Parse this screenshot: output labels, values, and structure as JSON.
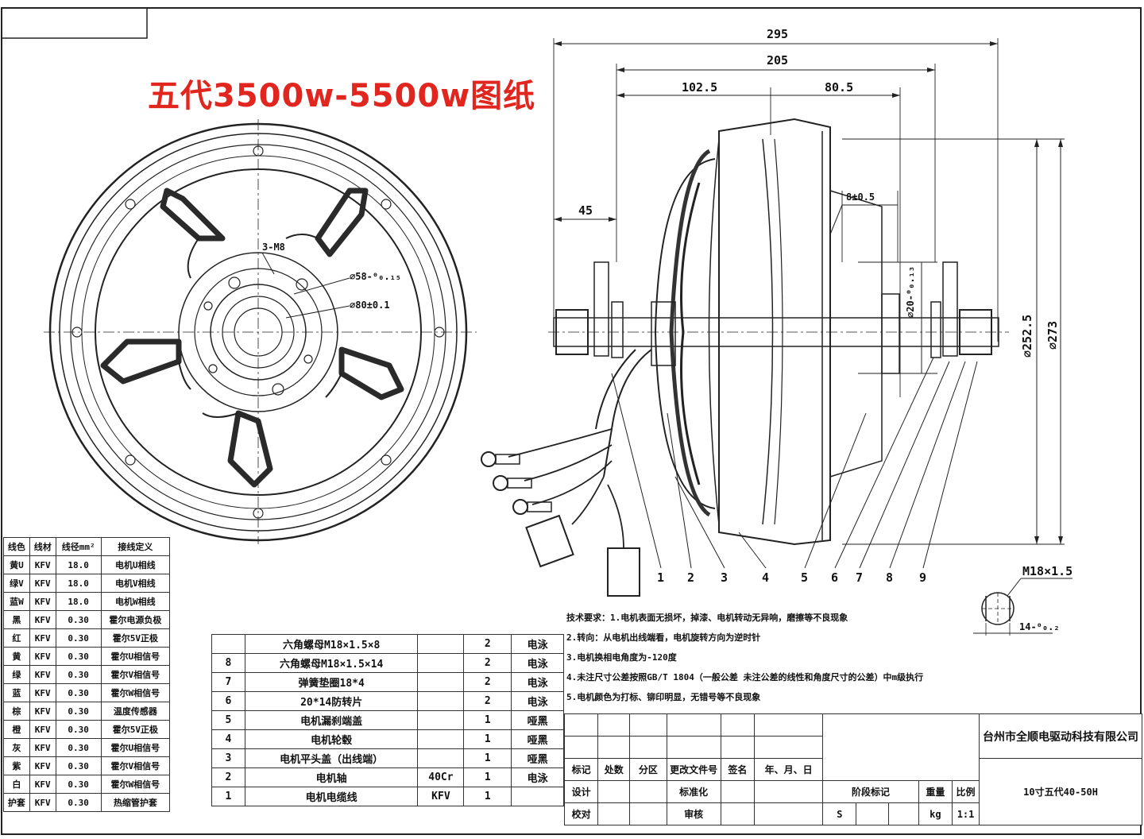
{
  "title": "五代3500w-5500w图纸",
  "front_view": {
    "labels": {
      "bolts": "3-M8",
      "d58": "⌀58-⁰₀.₁₅",
      "d80": "⌀80±0.1"
    }
  },
  "side_view": {
    "dims": {
      "d295": "295",
      "d205": "205",
      "d1025": "102.5",
      "d805": "80.5",
      "d45": "45",
      "d8": "8±0.5",
      "d20": "⌀20-⁰₀.₁₃",
      "d2525": "⌀252.5",
      "d273": "⌀273"
    },
    "callouts": [
      "1",
      "2",
      "3",
      "4",
      "5",
      "6",
      "7",
      "8",
      "9"
    ]
  },
  "axle_detail": {
    "thread": "M18×1.5",
    "flat": "14-⁰₀.₂"
  },
  "requirements": [
    "技术要求：1.电机表面无损坏，掉漆、电机转动无异响，磨擦等不良现象",
    "2.转向：从电机出线端看，电机旋转方向为逆时针",
    "3.电机换相电角度为-120度",
    "4.未注尺寸公差按照GB/T 1804（一般公差 未注公差的线性和角度尺寸的公差）中m级执行",
    "5.电机颜色为打标、铆印明显，无错号等不良现象"
  ],
  "wire_table": {
    "headers": [
      "线色",
      "线材",
      "线径mm²",
      "接线定义"
    ],
    "rows": [
      [
        "黄U",
        "KFV",
        "18.0",
        "电机U相线"
      ],
      [
        "绿V",
        "KFV",
        "18.0",
        "电机V相线"
      ],
      [
        "蓝W",
        "KFV",
        "18.0",
        "电机W相线"
      ],
      [
        "黑",
        "KFV",
        "0.30",
        "霍尔电源负极"
      ],
      [
        "红",
        "KFV",
        "0.30",
        "霍尔5V正极"
      ],
      [
        "黄",
        "KFV",
        "0.30",
        "霍尔U相信号"
      ],
      [
        "绿",
        "KFV",
        "0.30",
        "霍尔V相信号"
      ],
      [
        "蓝",
        "KFV",
        "0.30",
        "霍尔W相信号"
      ],
      [
        "棕",
        "KFV",
        "0.30",
        "温度传感器"
      ],
      [
        "橙",
        "KFV",
        "0.30",
        "霍尔5V正极"
      ],
      [
        "灰",
        "KFV",
        "0.30",
        "霍尔U相信号"
      ],
      [
        "紫",
        "KFV",
        "0.30",
        "霍尔V相信号"
      ],
      [
        "白",
        "KFV",
        "0.30",
        "霍尔W相信号"
      ],
      [
        "护套",
        "KFV",
        "0.30",
        "热缩管护套"
      ]
    ]
  },
  "bom": [
    [
      "",
      "六角螺母M18×1.5×8",
      "",
      "2",
      "电泳"
    ],
    [
      "8",
      "六角螺母M18×1.5×14",
      "",
      "2",
      "电泳"
    ],
    [
      "7",
      "弹簧垫圈18*4",
      "",
      "2",
      "电泳"
    ],
    [
      "6",
      "20*14防转片",
      "",
      "2",
      "电泳"
    ],
    [
      "5",
      "电机漏刹端盖",
      "",
      "1",
      "哑黑"
    ],
    [
      "4",
      "电机轮毂",
      "",
      "1",
      "哑黑"
    ],
    [
      "3",
      "电机平头盖（出线端）",
      "",
      "1",
      "哑黑"
    ],
    [
      "2",
      "电机轴",
      "40Cr",
      "1",
      "电泳"
    ],
    [
      "1",
      "电机电缆线",
      "KFV",
      "1",
      ""
    ]
  ],
  "title_block": {
    "company": "台州市全顺电驱动科技有限公司",
    "model": "10寸五代40-50H",
    "row_mark": [
      "标记",
      "处数",
      "分区",
      "更改文件号",
      "签名",
      "年、月、日"
    ],
    "design": "设计",
    "standard": "标准化",
    "stage": "阶段标记",
    "weight": "重量",
    "scale": "比例",
    "check": "校对",
    "review": "审核",
    "s": "S",
    "kg": "kg",
    "scale_val": "1:1"
  }
}
